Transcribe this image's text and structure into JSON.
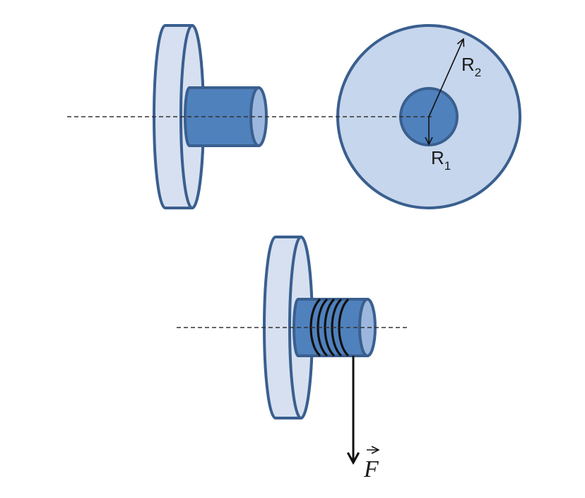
{
  "labels": {
    "r2": {
      "main": "R",
      "sub": "2"
    },
    "r1": {
      "main": "R",
      "sub": "1"
    },
    "force": "F"
  },
  "colors": {
    "disk_fill": "#d6e0f0",
    "disk_face_fill": "#c6d6ec",
    "hub_fill": "#4f81bd",
    "hub_end_fill": "#9cb7dd",
    "outline": "#3a5f8f",
    "string": "#111111",
    "axis": "#333333"
  }
}
